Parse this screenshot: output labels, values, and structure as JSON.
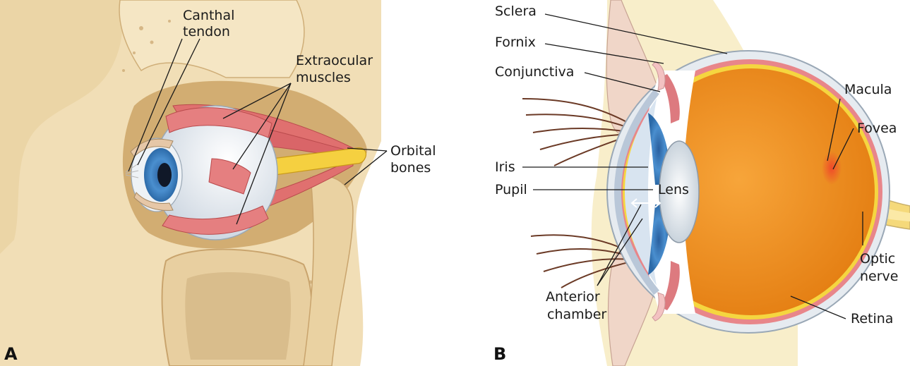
{
  "panels": {
    "a": {
      "letter": "A",
      "labels": {
        "canthal_1": "Canthal",
        "canthal_2": "tendon",
        "extraocular_1": "Extraocular",
        "extraocular_2": "muscles",
        "orbital_1": "Orbital",
        "orbital_2": "bones"
      }
    },
    "b": {
      "letter": "B",
      "labels": {
        "sclera": "Sclera",
        "fornix": "Fornix",
        "conjunctiva": "Conjunctiva",
        "iris": "Iris",
        "pupil": "Pupil",
        "lens": "Lens",
        "anterior_1": "Anterior",
        "anterior_2": "chamber",
        "macula": "Macula",
        "fovea": "Fovea",
        "optic_1": "Optic",
        "optic_2": "nerve",
        "retina": "Retina"
      }
    }
  },
  "colors": {
    "bone": "#f1deb6",
    "bone_shadow": "#d9bd8c",
    "muscle": "#e2797a",
    "sclera": "#e9eef3",
    "iris": "#3d80c0",
    "vitreous": "#f0901f",
    "retina_yellow": "#f5d640",
    "choroid_pink": "#e8868a",
    "optic_nerve": "#f5d97a",
    "leader": "#1a1a1a"
  }
}
